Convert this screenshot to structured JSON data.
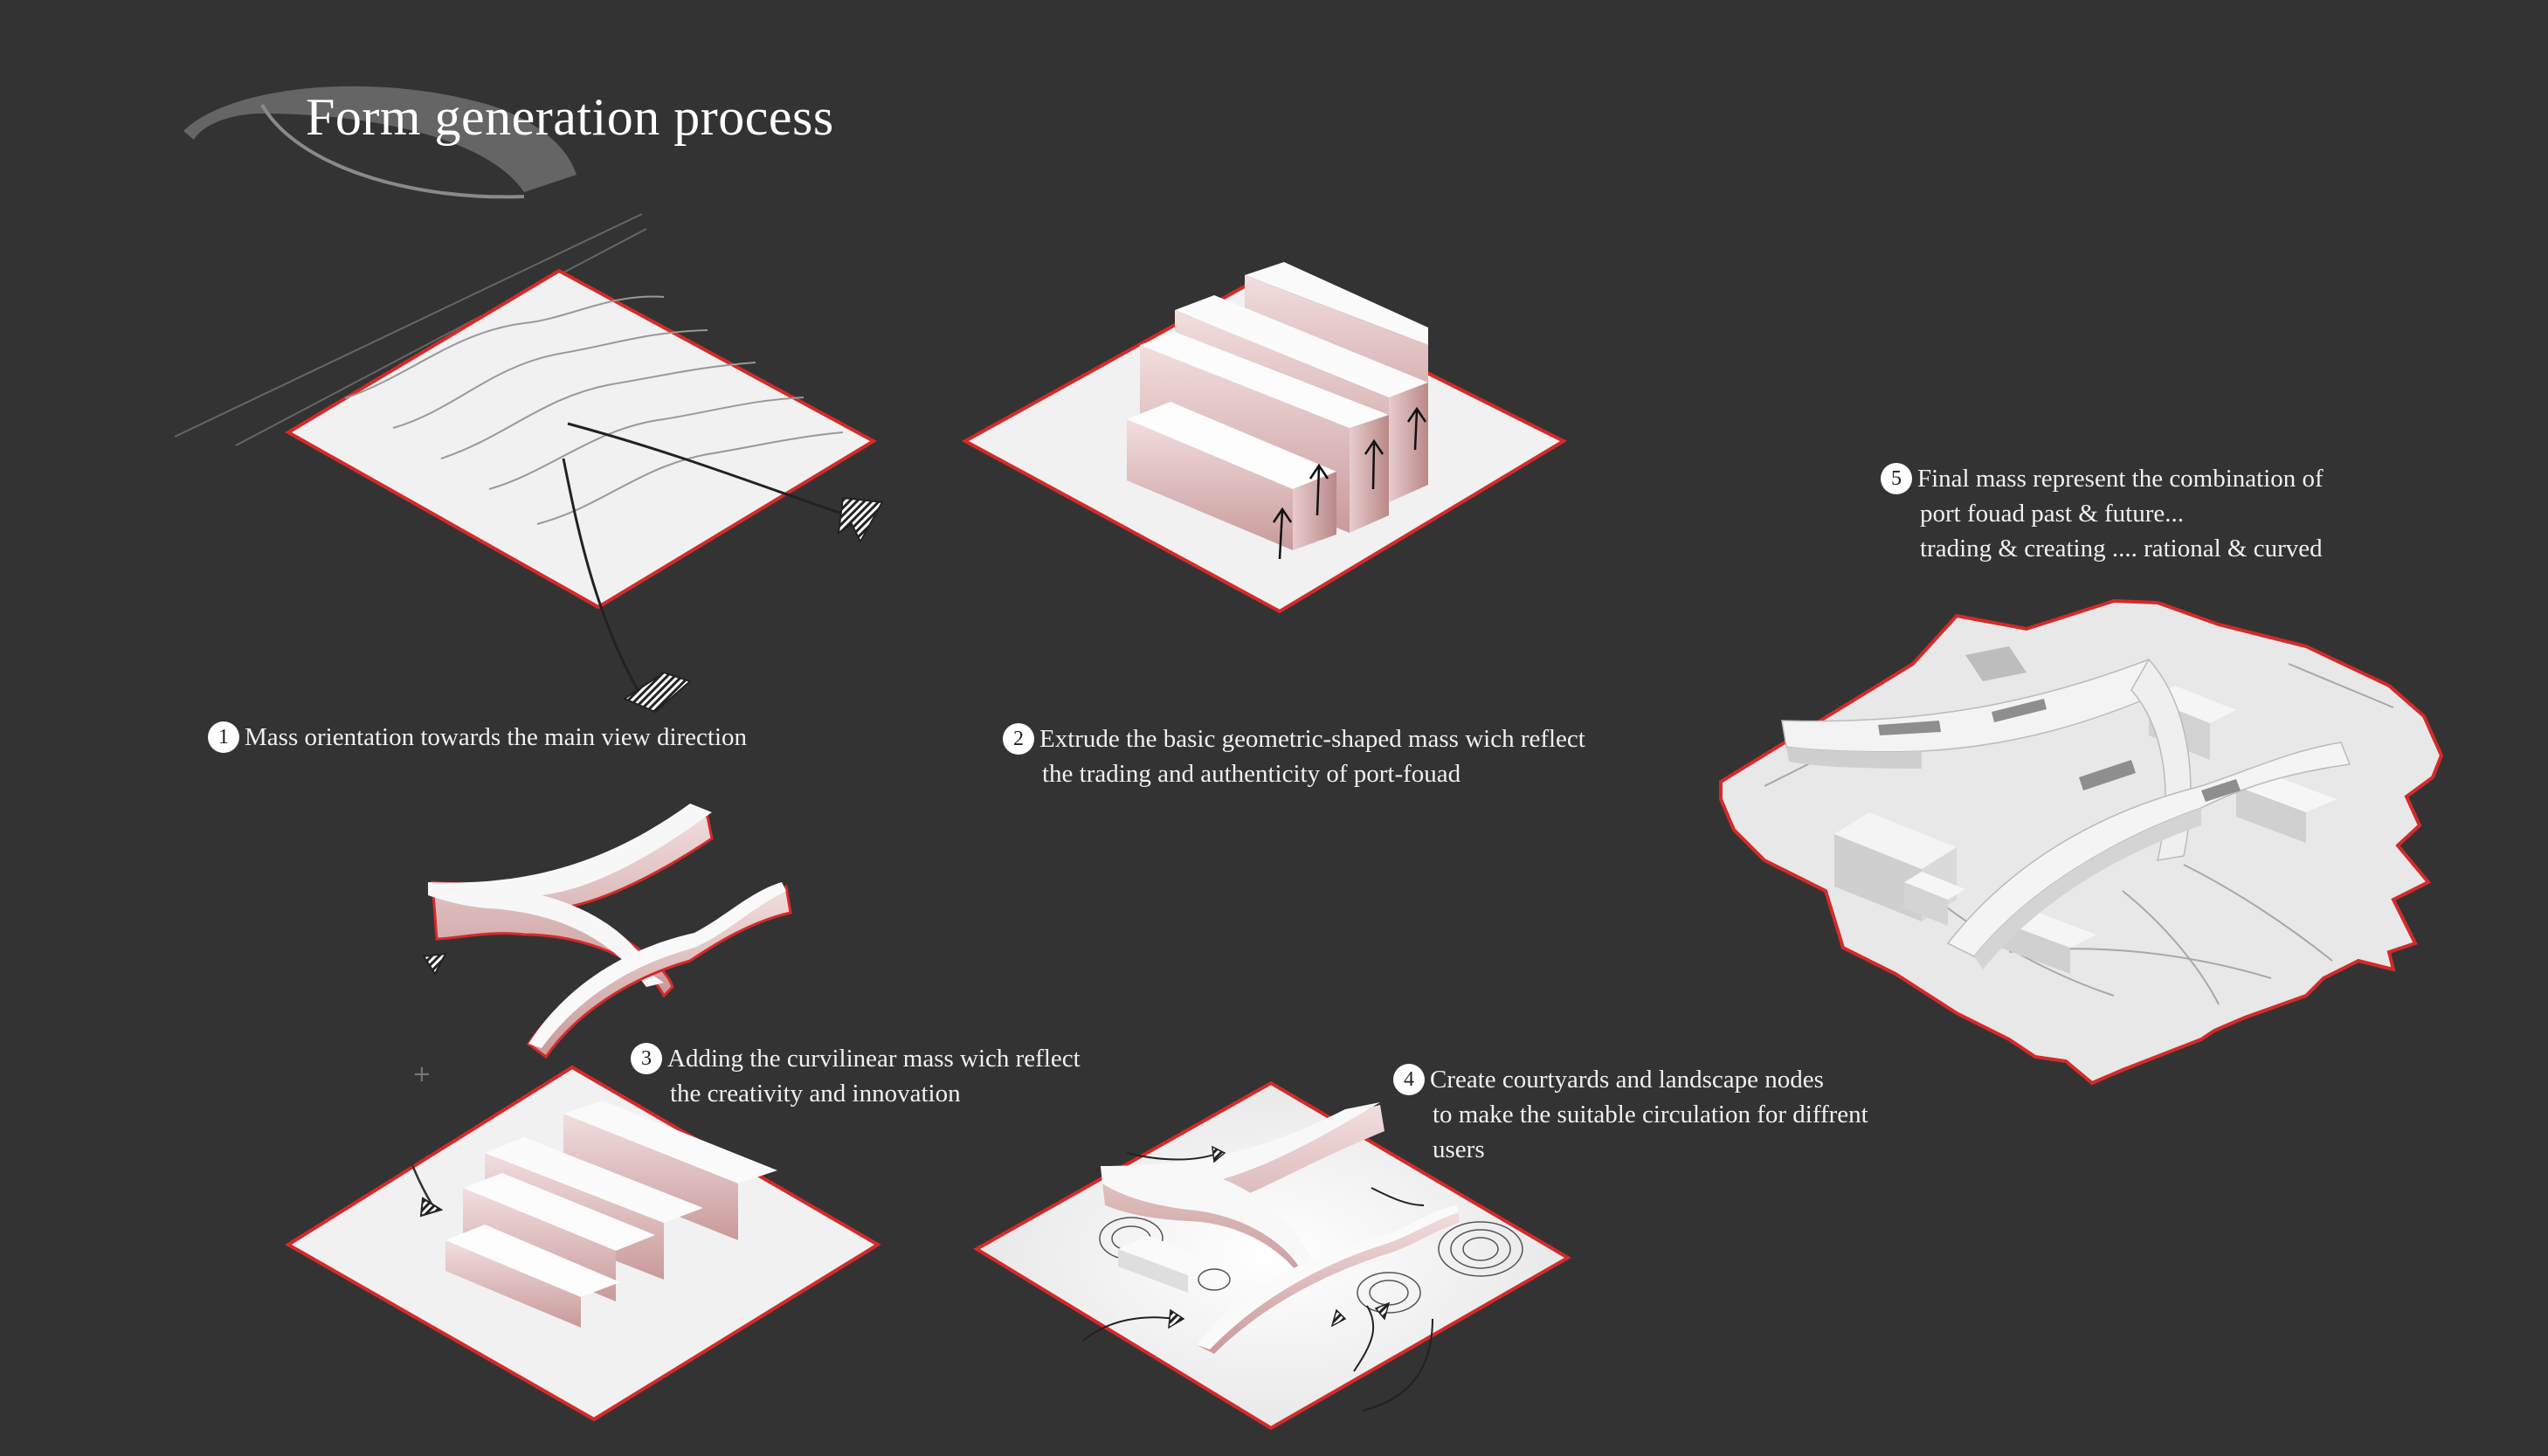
{
  "title": "Form generation process",
  "accent_color": "#d42a2a",
  "steps": [
    {
      "number": "1",
      "lines": [
        "Mass orientation towards the main view direction"
      ]
    },
    {
      "number": "2",
      "lines": [
        "Extrude the basic geometric-shaped mass wich reflect",
        "the trading and authenticity of  port-fouad"
      ]
    },
    {
      "number": "3",
      "lines": [
        "Adding the curvilinear mass wich reflect",
        "the creativity and innovation"
      ]
    },
    {
      "number": "4",
      "lines": [
        "Create courtyards and landscape nodes",
        "to make the suitable circulation for diffrent",
        "users"
      ]
    },
    {
      "number": "5",
      "lines": [
        "Final mass represent the combination of",
        "port fouad past & future...",
        "trading & creating .... rational & curved"
      ]
    }
  ]
}
